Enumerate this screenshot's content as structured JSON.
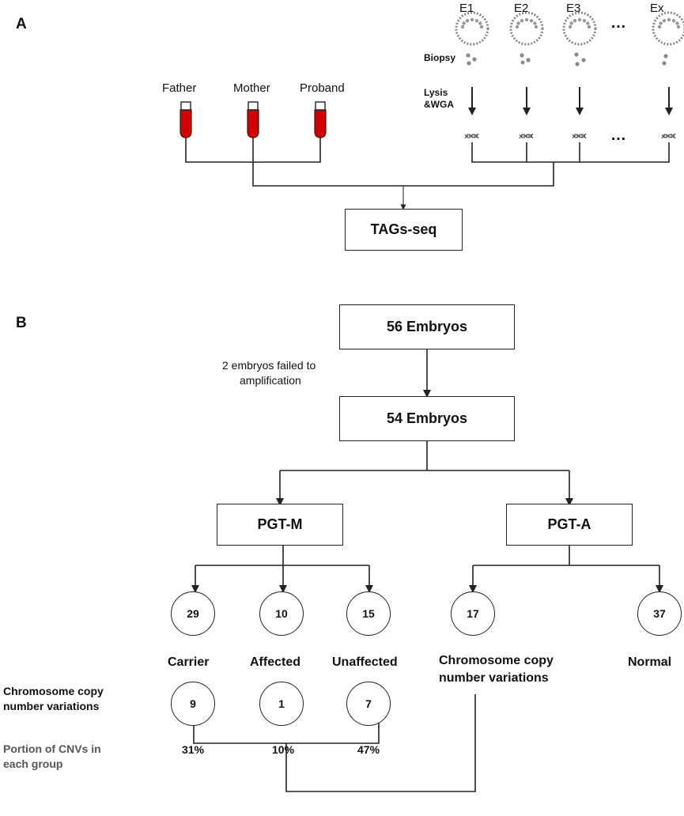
{
  "panel_a": {
    "label": "A",
    "family": [
      "Father",
      "Mother",
      "Proband"
    ],
    "embryos": [
      "E1",
      "E2",
      "E3",
      "Ex"
    ],
    "ellipsis": "…",
    "biopsy_label": "Biopsy",
    "lysis_label_line1": "Lysis",
    "lysis_label_line2": "&WGA",
    "sequencing_box": "TAGs-seq"
  },
  "panel_b": {
    "label": "B",
    "start_box": "56 Embryos",
    "failed_note_line1": "2 embryos failed to",
    "failed_note_line2": "amplification",
    "amplified_box": "54 Embryos",
    "pgt_m_box": "PGT-M",
    "pgt_a_box": "PGT-A",
    "pgt_m_groups": [
      {
        "count": "29",
        "name": "Carrier",
        "cnv_count": "9",
        "cnv_portion": "31%"
      },
      {
        "count": "10",
        "name": "Affected",
        "cnv_count": "1",
        "cnv_portion": "10%"
      },
      {
        "count": "15",
        "name": "Unaffected",
        "cnv_count": "7",
        "cnv_portion": "47%"
      }
    ],
    "pgt_a_groups": [
      {
        "count": "17",
        "name_line1": "Chromosome copy",
        "name_line2": "number variations"
      },
      {
        "count": "37",
        "name_line1": "Normal",
        "name_line2": ""
      }
    ],
    "row_cnv_label_line1": "Chromosome copy",
    "row_cnv_label_line2": "number variations",
    "row_portion_label_line1": "Portion of CNVs in",
    "row_portion_label_line2": "each group"
  },
  "colors": {
    "tube_blood": "#d40000",
    "line": "#222222",
    "embryo_dot": "#888888"
  },
  "icons": [
    "blood-tube-icon",
    "embryo-icon",
    "biopsy-cells-icon",
    "dna-icon",
    "arrow-down-icon"
  ]
}
